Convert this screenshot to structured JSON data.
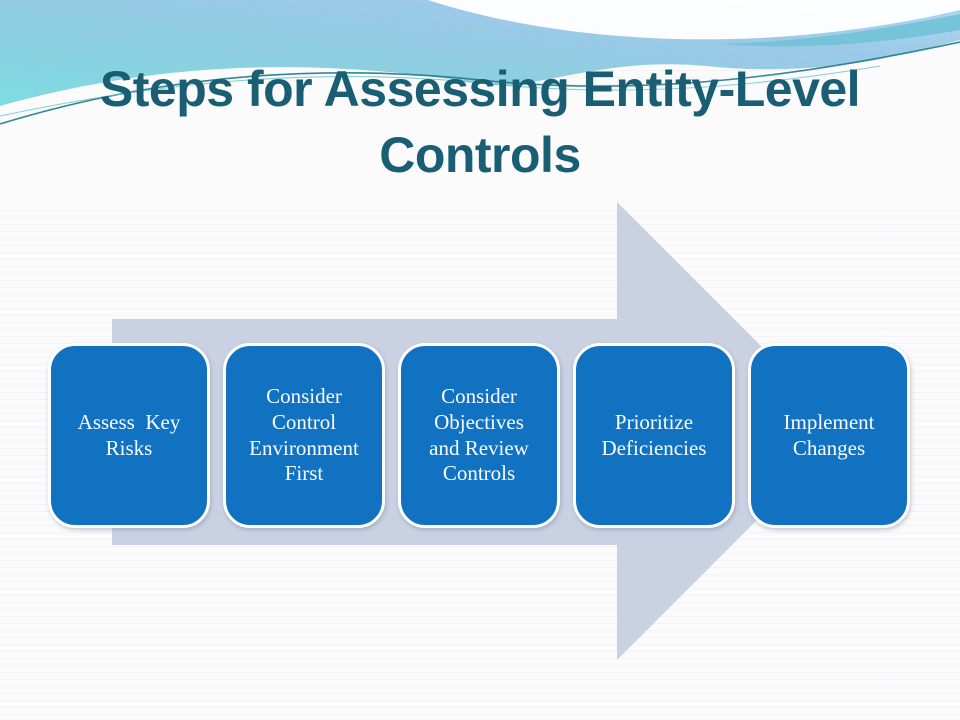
{
  "slide": {
    "title": "Steps for Assessing Entity-Level Controls",
    "title_color": "#1A5E74",
    "background_color": "#FBFBFC"
  },
  "process": {
    "arrow_color": "#CAD1E3",
    "box_color": "#1272C2",
    "box_border_color": "#FFFFFF",
    "box_text_color": "#F8FBFF",
    "steps": [
      {
        "label": "Assess  Key\nRisks"
      },
      {
        "label": "Consider\nControl\nEnvironment\nFirst"
      },
      {
        "label": "Consider\nObjectives\nand Review\nControls"
      },
      {
        "label": "Prioritize\nDeficiencies"
      },
      {
        "label": "Implement\nChanges"
      }
    ]
  },
  "decor": {
    "band_turquoise": "#7EDCE2",
    "band_light_blue": "#AED9F0",
    "wave_line_teal": "#1E7A8C",
    "swoosh_white": "#FFFFFF"
  }
}
